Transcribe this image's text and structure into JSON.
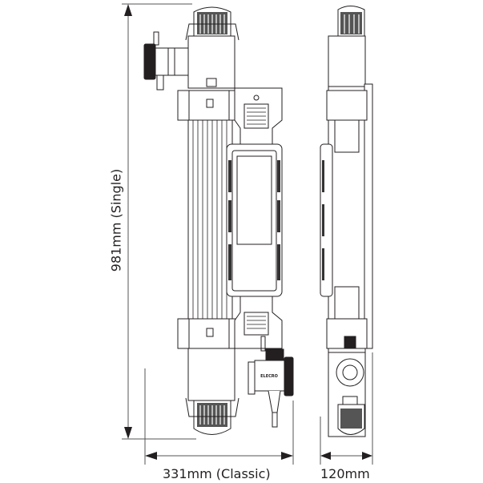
{
  "dimensions": {
    "height_label": "981mm (Single)",
    "width_label": "331mm (Classic)",
    "depth_label": "120mm"
  },
  "flow_cell_brand": "ELECRO",
  "colors": {
    "line": "#231f20",
    "fill": "#ffffff",
    "dim": "#555555"
  }
}
